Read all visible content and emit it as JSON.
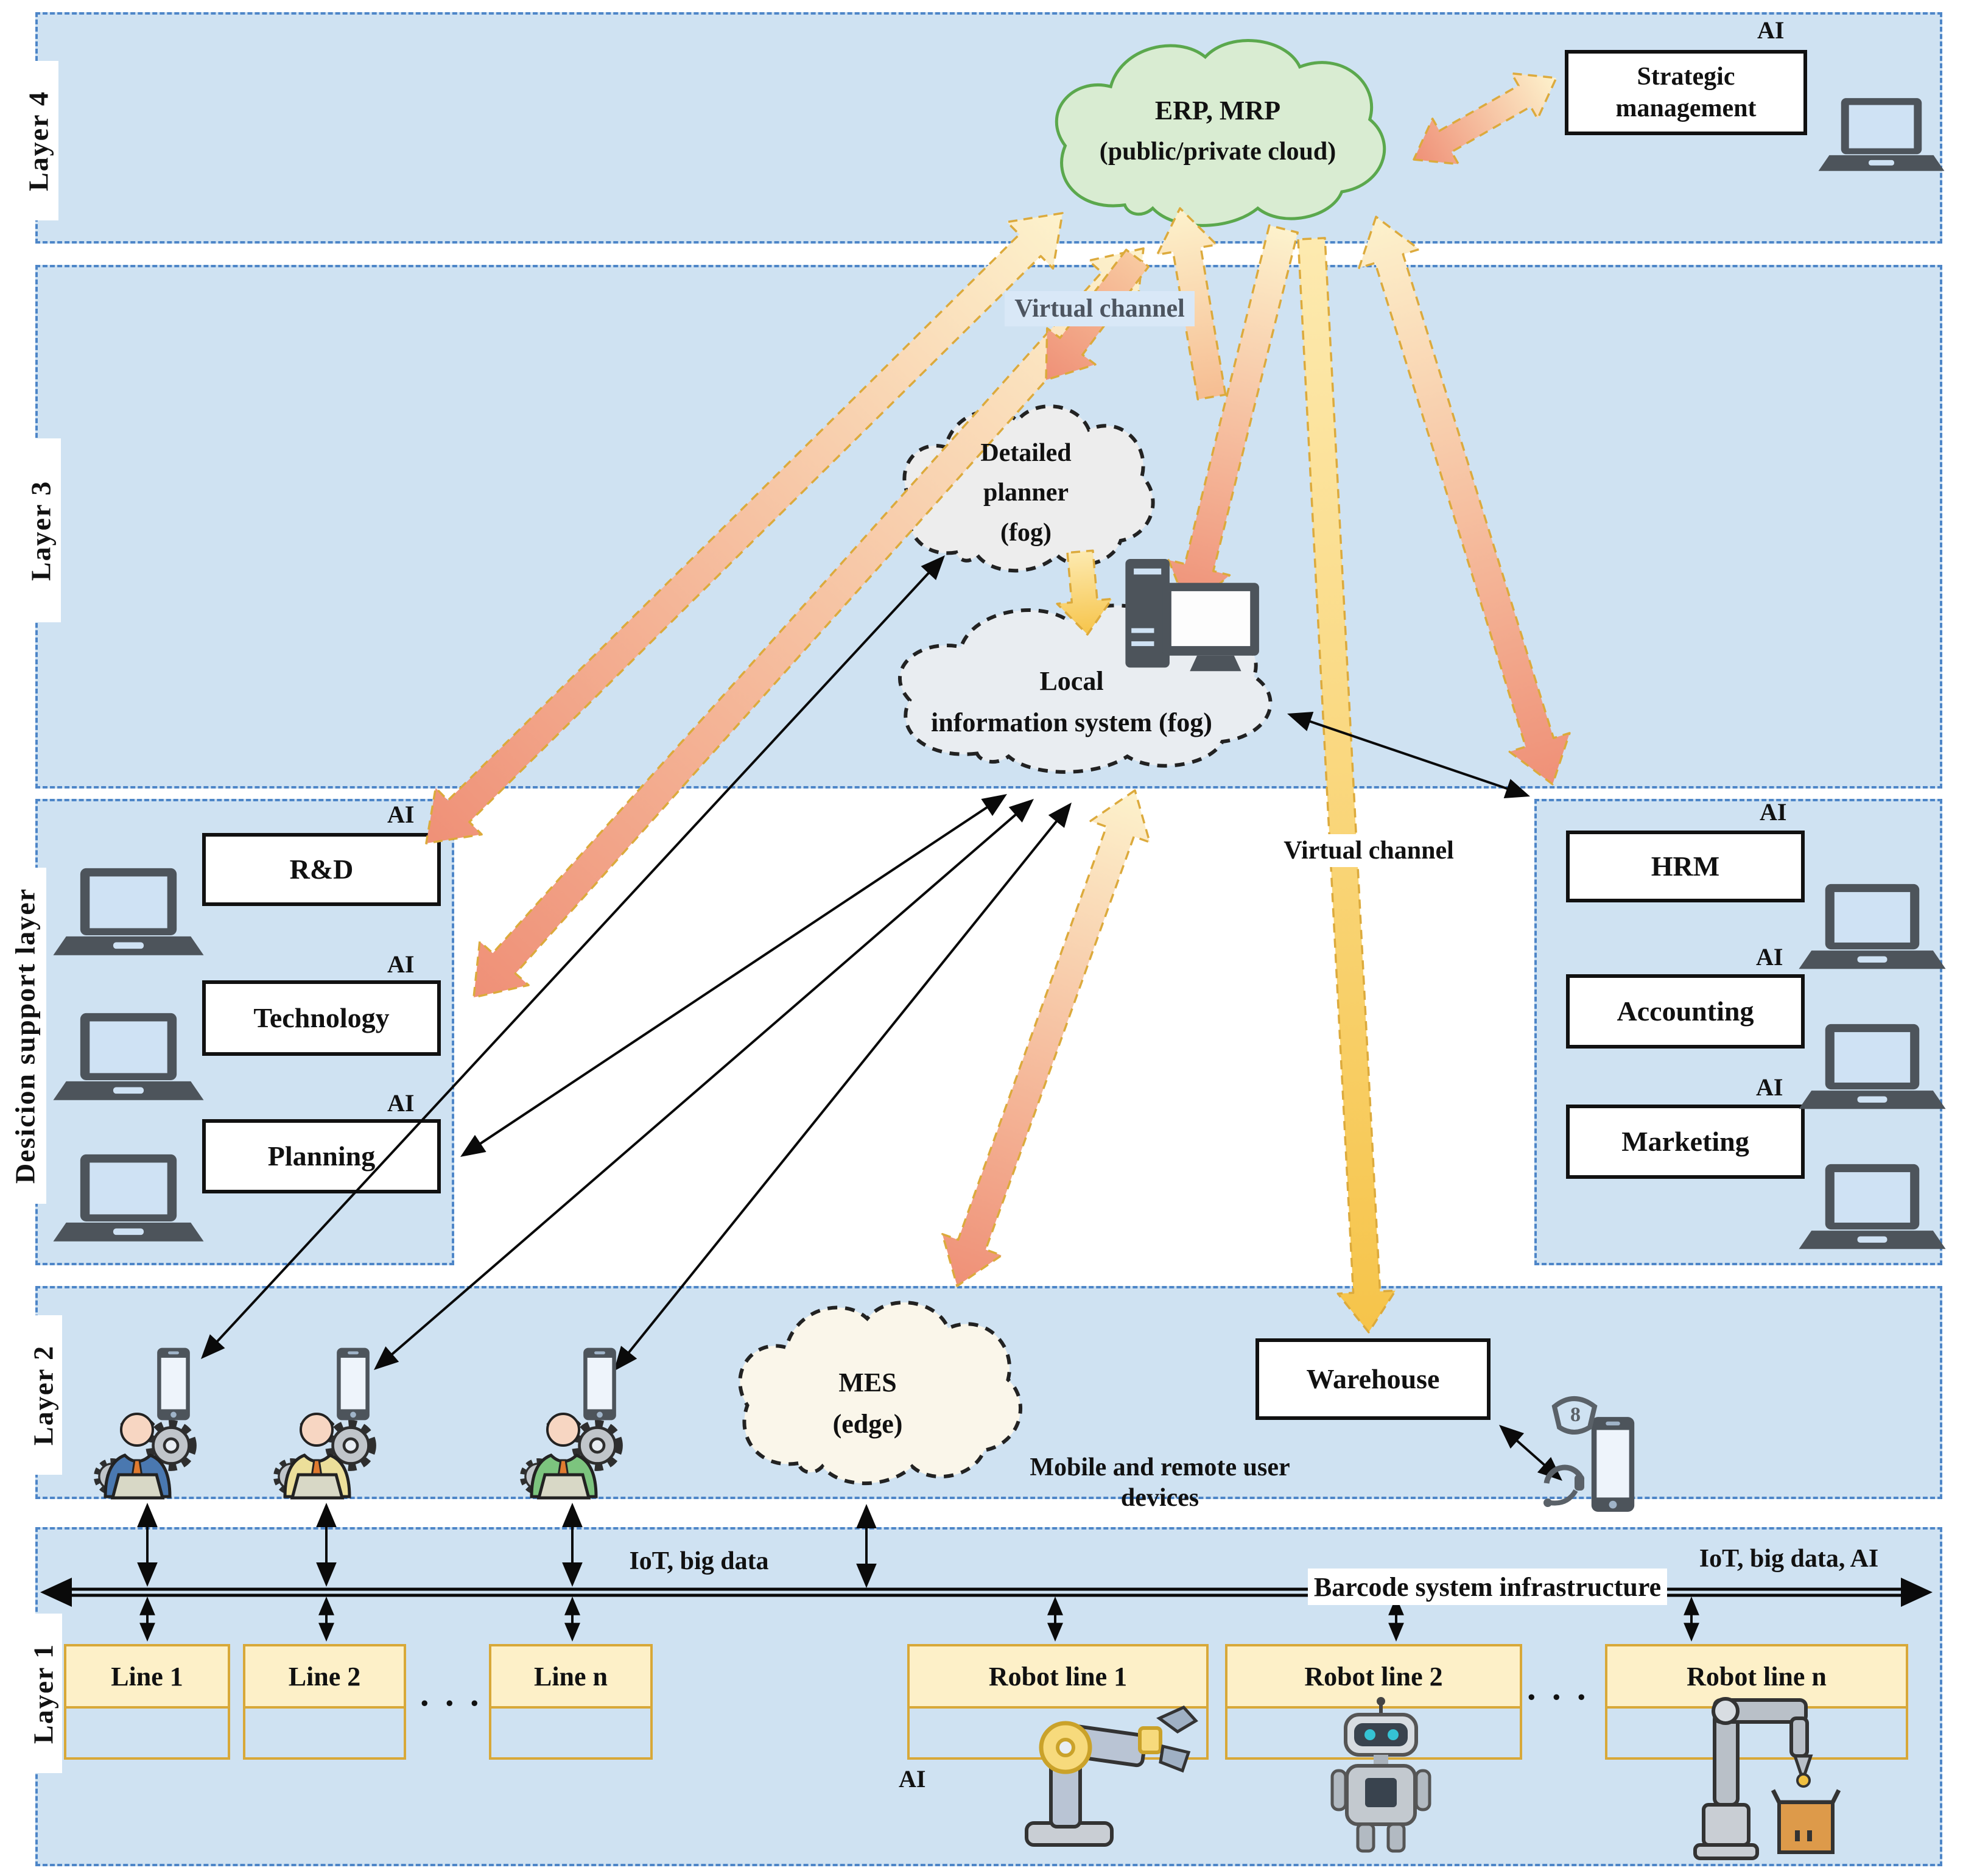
{
  "layers": {
    "layer4": "Layer 4",
    "layer3": "Layer 3",
    "decision_support": "Desicion support layer",
    "layer2": "Layer 2",
    "layer1": "Layer 1"
  },
  "clouds": {
    "erp": {
      "title": "ERP, MRP",
      "subtitle": "(public/private cloud)"
    },
    "detailed_planner": {
      "line1": "Detailed",
      "line2": "planner",
      "line3": "(fog)"
    },
    "local_info": {
      "line1": "Local",
      "line2": "information system (fog)"
    },
    "mes": {
      "line1": "MES",
      "line2": "(edge)"
    }
  },
  "boxes": {
    "strategic_line1": "Strategic",
    "strategic_line2": "management",
    "rd": "R&D",
    "technology": "Technology",
    "planning": "Planning",
    "hrm": "HRM",
    "accounting": "Accounting",
    "marketing": "Marketing",
    "warehouse": "Warehouse",
    "line1": "Line 1",
    "line2": "Line 2",
    "line_n": "Line n",
    "robot_line1": "Robot line 1",
    "robot_line2": "Robot line 2",
    "robot_line_n": "Robot line n"
  },
  "labels": {
    "ai": "AI",
    "virtual_channel": "Virtual channel",
    "mobile_devices_line1": "Mobile and remote user",
    "mobile_devices_line2": "devices",
    "iot_big_data": "IoT, big data",
    "barcode": "Barcode system infrastructure",
    "iot_big_data_ai": "IoT, big data, AI",
    "ellipsis": ". . ."
  },
  "colors": {
    "band_fill": "#cfe2f2",
    "band_border": "#4e86c8",
    "erp_cloud_fill": "#d9ecd2",
    "erp_cloud_border": "#5ba84d",
    "fog_cloud_fill": "#ededed",
    "mes_cloud_fill": "#faf6ea",
    "arrow_salmon": "#ef9077",
    "arrow_light": "#fdf2cc",
    "arrow_yellow": "#f6c44a",
    "arrow_dash_border": "#dcaa3c",
    "line_box_fill": "#fdf0c8",
    "line_box_border": "#d8a838",
    "icon_gray": "#4d545b"
  }
}
